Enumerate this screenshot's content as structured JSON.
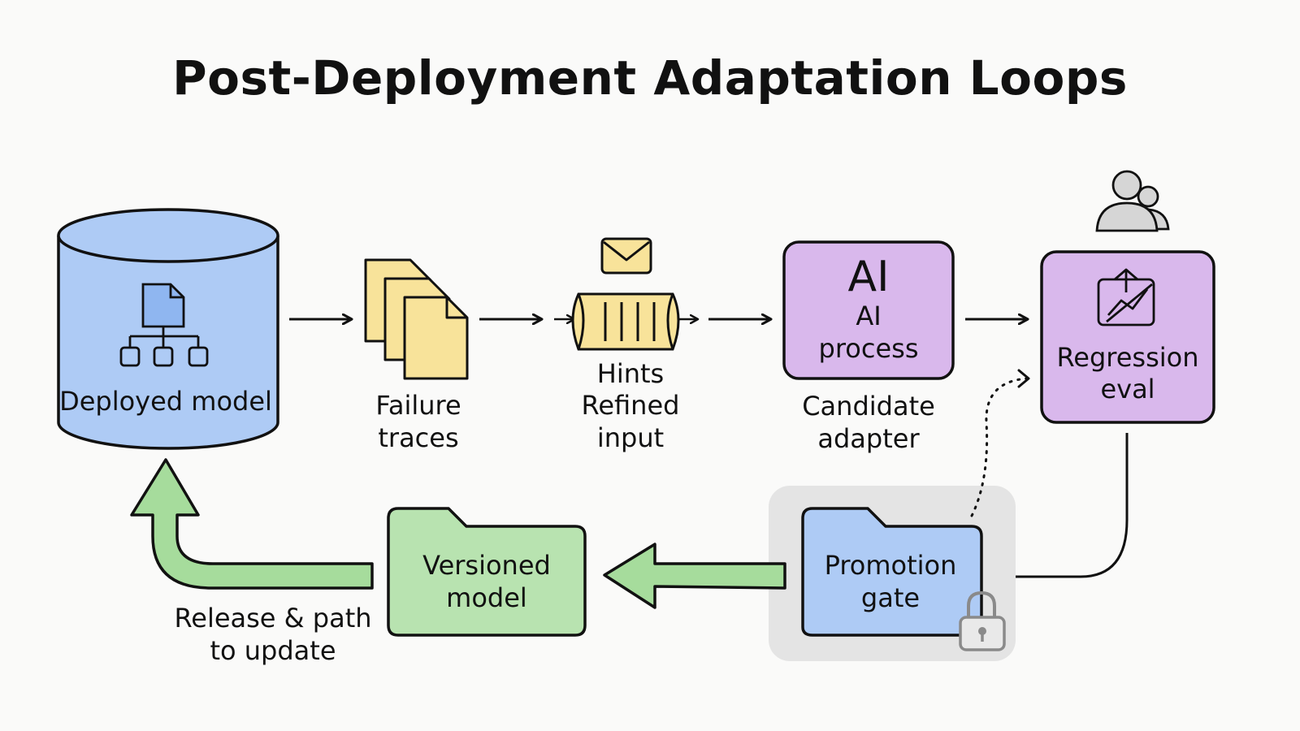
{
  "title": "Post-Deployment Adaptation Loops",
  "nodes": {
    "deployed_model": {
      "label": "Deployed model"
    },
    "failure_traces": {
      "label_line1": "Failure",
      "label_line2": "traces"
    },
    "hints": {
      "label_line1": "Hints",
      "label_line2": "Refined",
      "label_line3": "input"
    },
    "ai_process": {
      "badge": "AI",
      "line1": "AI",
      "line2": "process"
    },
    "candidate_adapter": {
      "label_line1": "Candidate",
      "label_line2": "adapter"
    },
    "regression_eval": {
      "line1": "Regression",
      "line2": "eval"
    },
    "promotion_gate": {
      "line1": "Promotion",
      "line2": "gate"
    },
    "versioned_model": {
      "line1": "Versioned",
      "line2": "model"
    },
    "release": {
      "line1": "Release & path",
      "line2": "to update"
    }
  },
  "colors": {
    "blue": "#aecbf5",
    "yellow": "#f8e39a",
    "purple": "#d9b8ec",
    "green": "#b8e3b0",
    "arrow_green": "#a6dc9c",
    "gate_bg": "#e4e4e4",
    "ink": "#111111"
  },
  "icons": [
    "hierarchy-doc-icon",
    "documents-icon",
    "envelope-icon",
    "queue-icon",
    "users-icon",
    "chart-icon",
    "lock-icon",
    "folder-icon"
  ]
}
